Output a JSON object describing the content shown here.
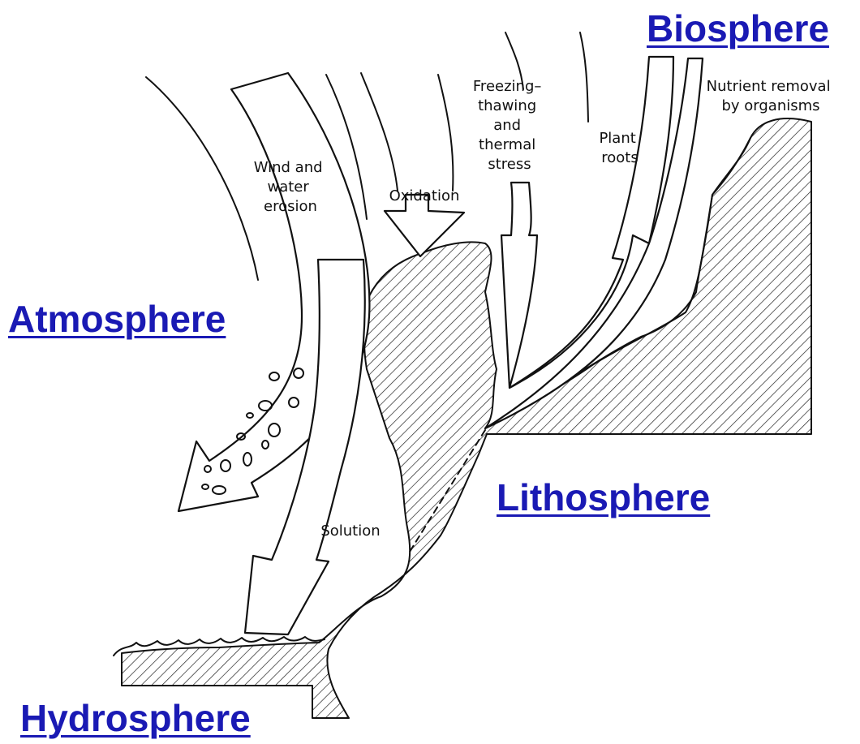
{
  "spheres": {
    "biosphere": "Biosphere",
    "atmosphere": "Atmosphere",
    "lithosphere": "Lithosphere",
    "hydrosphere": "Hydrosphere"
  },
  "processes": {
    "wind_water": [
      "Wind and",
      "water",
      "erosion"
    ],
    "oxidation": [
      "Oxidation"
    ],
    "freezing": [
      "Freezing–",
      "thawing",
      "and",
      "thermal",
      "stress"
    ],
    "plant_roots": [
      "Plant",
      "roots"
    ],
    "nutrient": [
      "Nutrient removal",
      "by organisms"
    ],
    "solution": [
      "Solution"
    ]
  },
  "colors": {
    "label": "#1a1ab4",
    "line": "#111111"
  }
}
